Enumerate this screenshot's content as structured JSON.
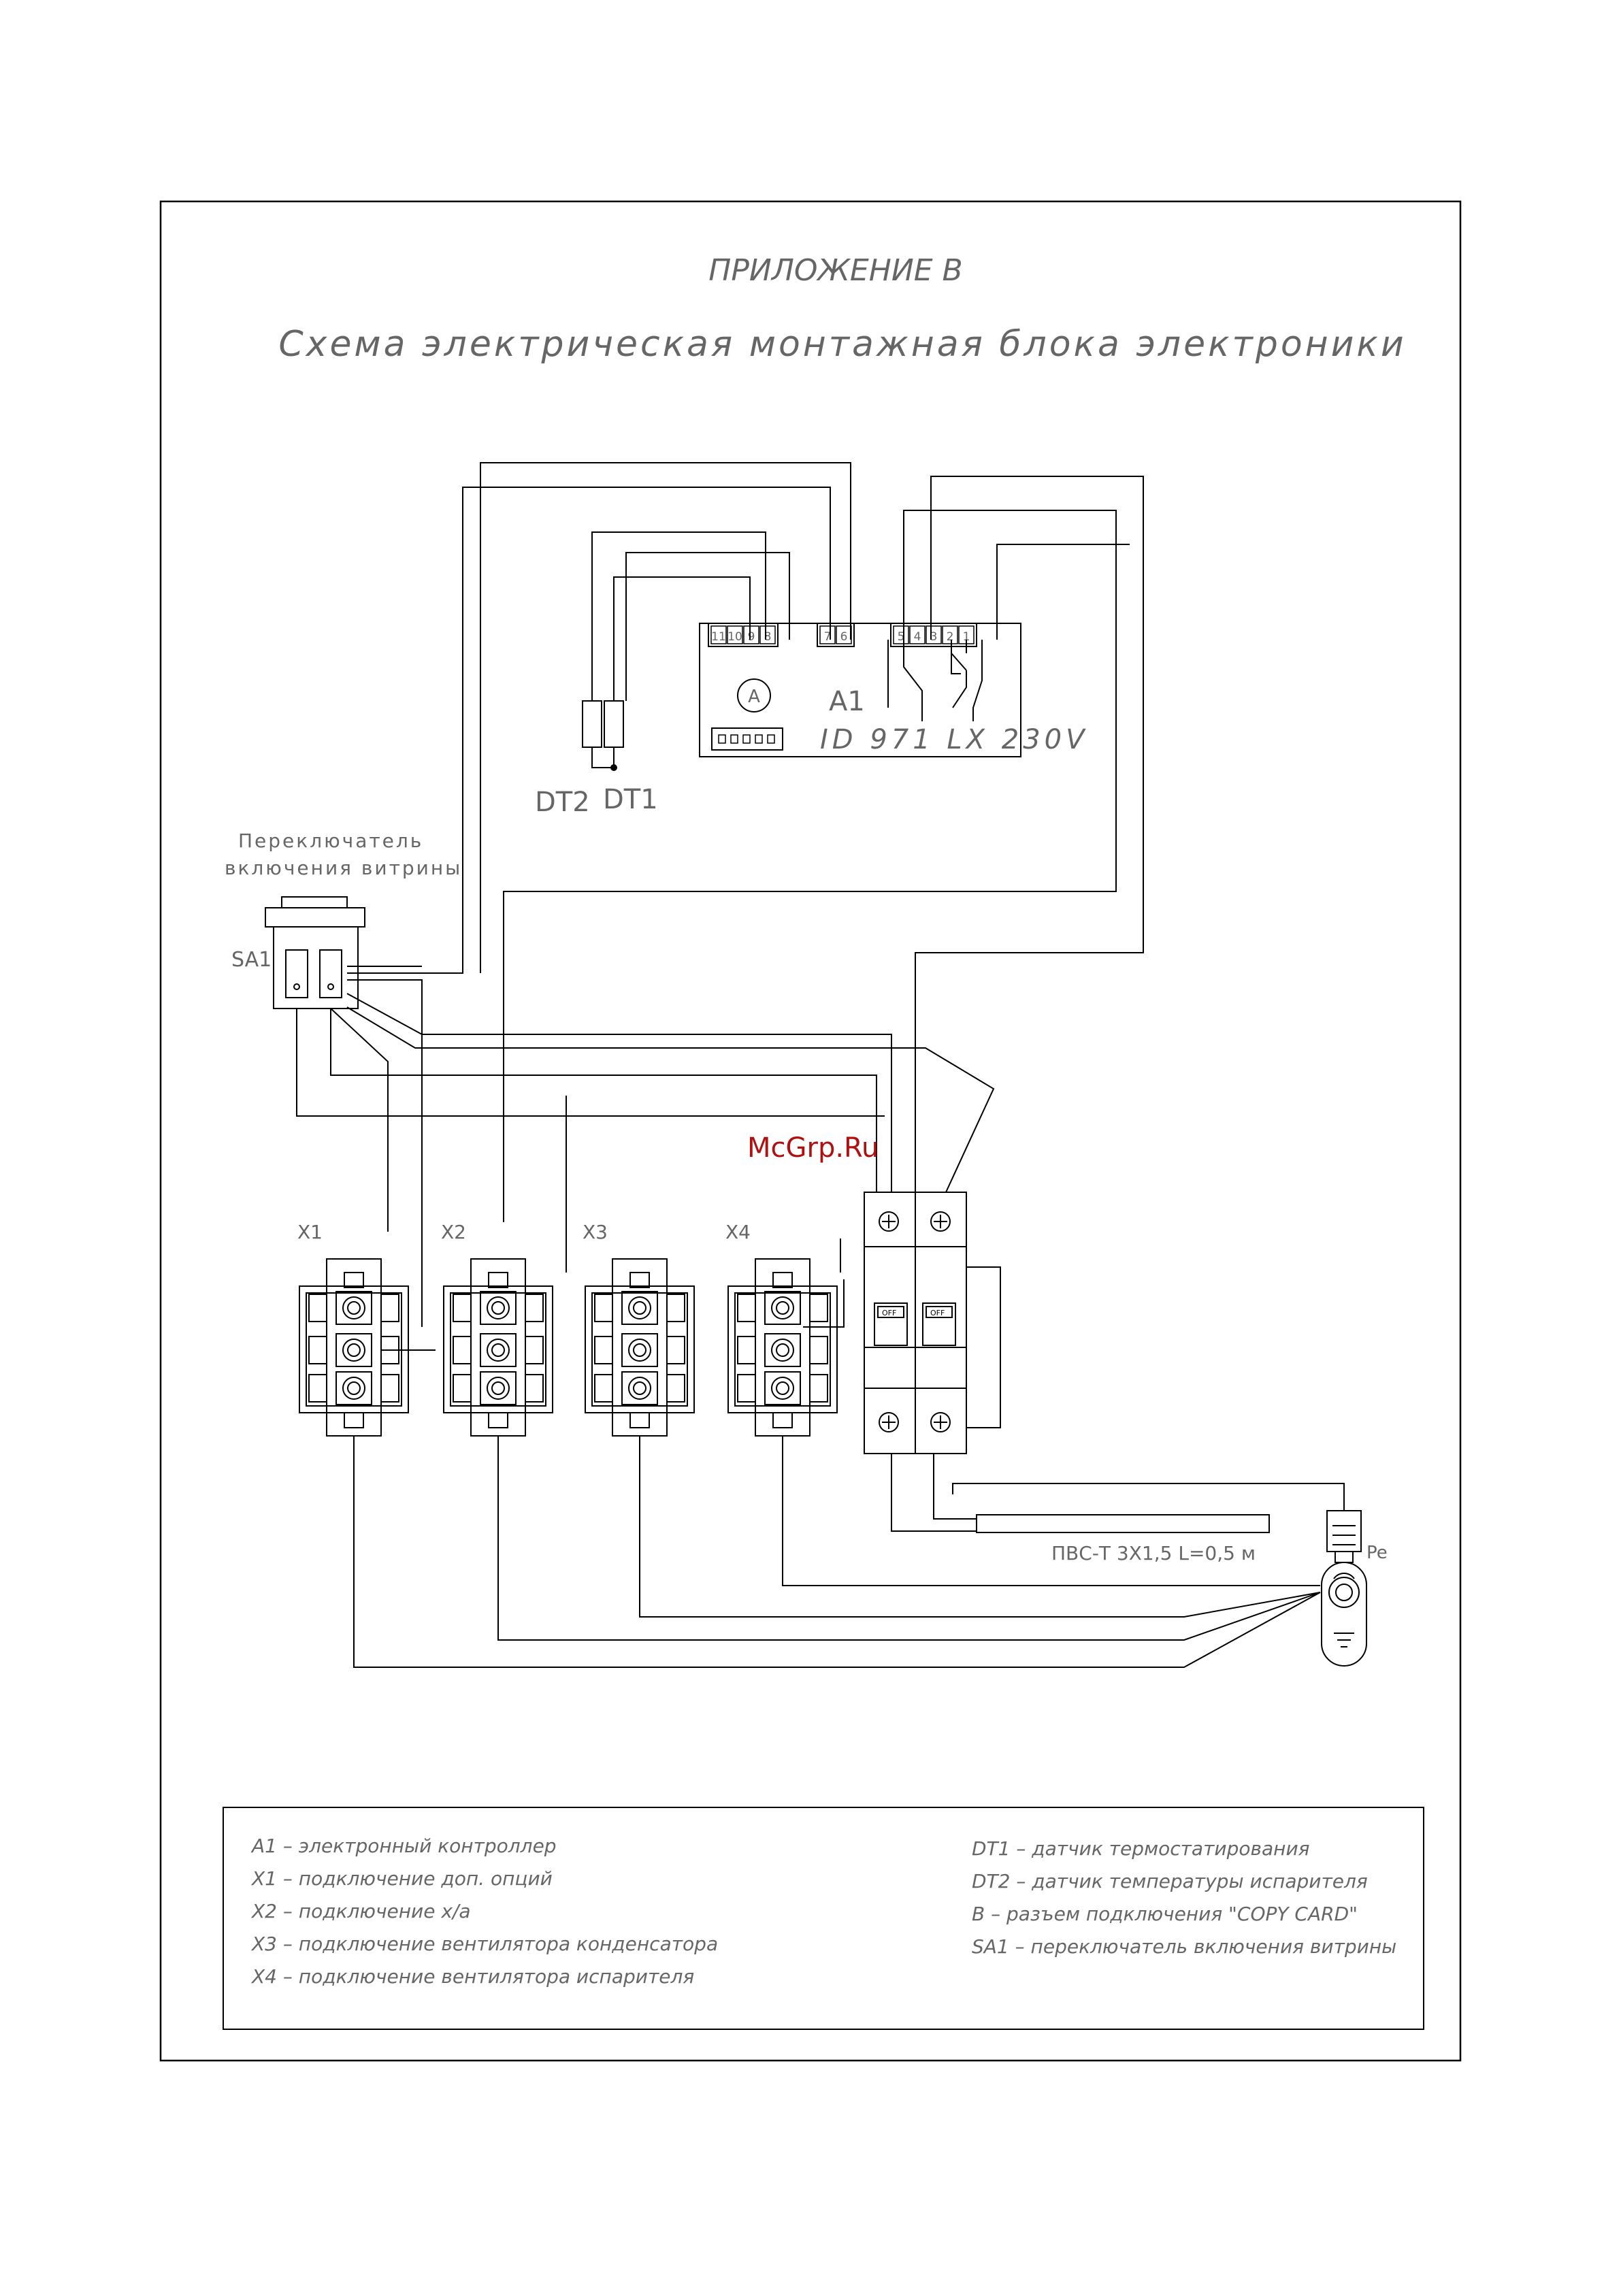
{
  "header": {
    "appendix": "ПРИЛОЖЕНИЕ В",
    "title": "Схема электрическая монтажная блока электроники"
  },
  "controller": {
    "ref": "A1",
    "model": "ID 971 LX 230V",
    "terminals": [
      "11",
      "10",
      "9",
      "8",
      "7",
      "6",
      "5",
      "4",
      "3",
      "2",
      "1"
    ],
    "connector_label": "A"
  },
  "sensors": {
    "dt2": "DT2",
    "dt1": "DT1"
  },
  "switch": {
    "caption_line1": "Переключатель",
    "caption_line2": "включения витрины",
    "ref": "SA1"
  },
  "terminal_blocks": [
    "X1",
    "X2",
    "X3",
    "X4"
  ],
  "breaker": {
    "off_left": "OFF",
    "off_right": "OFF"
  },
  "cable": {
    "label": "ПВС-Т 3Х1,5   L=0,5 м"
  },
  "plug": {
    "ref": "Pe"
  },
  "watermark": "McGrp.Ru",
  "legend": {
    "left": [
      "A1  –  электронный контроллер",
      "X1  –  подключение доп. опций",
      "X2  –  подключение х/а",
      "X3  –  подключение вентилятора конденсатора",
      "X4  –  подключение вентилятора испарителя"
    ],
    "right": [
      "DT1 –  датчик термостатирования",
      "DT2 –  датчик температуры испарителя",
      "В    –  разъем подключения \"COPY CARD\"",
      "SA1 –  переключатель включения витрины"
    ]
  },
  "colors": {
    "line": "#000000",
    "text": "#666666",
    "watermark": "#b01010"
  }
}
